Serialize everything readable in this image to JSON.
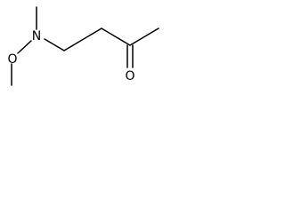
{
  "molecule": {
    "atoms": {
      "nitrogen": "N",
      "ether_oxygen": "O",
      "carbonyl_oxygen": "O"
    }
  },
  "colors": {
    "bond": "#000000",
    "label": "#000000",
    "background": "#ffffff"
  }
}
